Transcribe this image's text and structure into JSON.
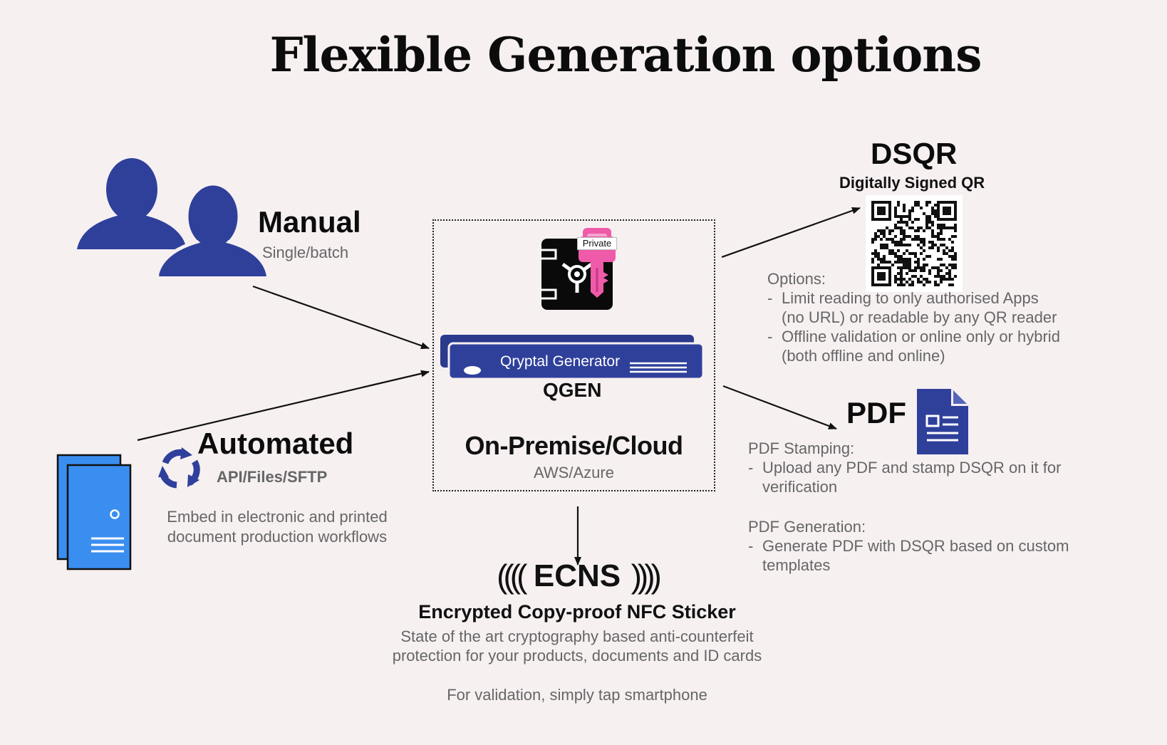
{
  "title": "Flexible Generation options",
  "manual": {
    "heading": "Manual",
    "subheading": "Single/batch"
  },
  "automated": {
    "heading": "Automated",
    "subheading": "API/Files/SFTP",
    "description_lines": [
      "Embed in electronic and printed",
      "document  production workflows"
    ]
  },
  "center": {
    "key_label": "Private",
    "server_label": "Qryptal Generator",
    "qgen": "QGEN",
    "deployment": "On-Premise/Cloud",
    "providers": "AWS/Azure"
  },
  "dsqr": {
    "heading": "DSQR",
    "subheading": "Digitally Signed QR",
    "options_title": "Options:",
    "options": [
      [
        "Limit reading to only authorised Apps",
        "(no URL) or readable by any QR reader"
      ],
      [
        "Offline validation or online only or hybrid",
        "(both offline and online)"
      ]
    ]
  },
  "pdf": {
    "heading": "PDF",
    "stamping_title": "PDF Stamping:",
    "stamping_items": [
      [
        "Upload any PDF and stamp DSQR on it for",
        "verification"
      ]
    ],
    "generation_title": "PDF Generation:",
    "generation_items": [
      [
        "Generate PDF with DSQR based on custom",
        "templates"
      ]
    ]
  },
  "ecns": {
    "wave_left": "((((",
    "heading": "ECNS",
    "wave_right": "))))",
    "subheading": "Encrypted Copy-proof NFC Sticker",
    "description_lines": [
      "State of the art cryptography based anti-counterfeit",
      "protection for your products, documents and ID cards"
    ],
    "footer": "For validation, simply tap smartphone"
  },
  "icons": {
    "users": "users-icon",
    "servers": "server-stack-icon",
    "sync": "sync-icon",
    "vault": "vault-icon",
    "key": "key-icon",
    "server_unit": "rack-server-icon",
    "qr": "qr-code-icon",
    "pdf": "document-icon"
  },
  "colors": {
    "navy": "#2f409b",
    "server_blue": "#3a8ef0",
    "key_pink": "#ef5ba8",
    "background": "#f6f0f1"
  }
}
